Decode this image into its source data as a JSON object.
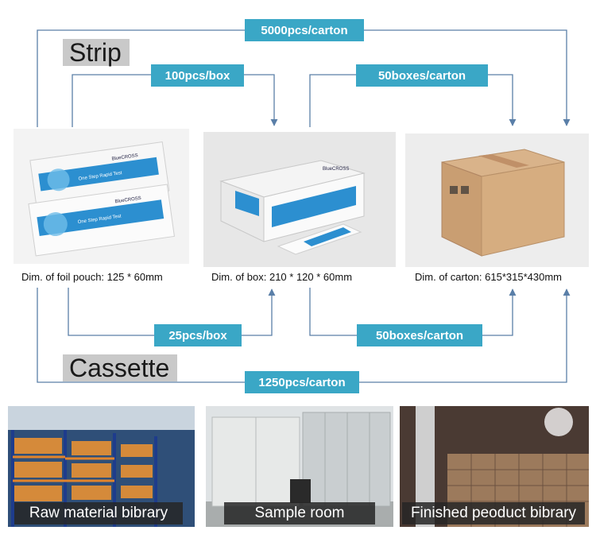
{
  "packaging": {
    "strip": {
      "label": "Strip",
      "per_box": "100pcs/box",
      "boxes_per_carton": "50boxes/carton",
      "per_carton": "5000pcs/carton"
    },
    "cassette": {
      "label": "Cassette",
      "per_box": "25pcs/box",
      "boxes_per_carton": "50boxes/carton",
      "per_carton": "1250pcs/carton"
    },
    "dimensions": {
      "pouch": "Dim. of foil pouch: 125 * 60mm",
      "box": "Dim. of box: 210 * 120 * 60mm",
      "carton": "Dim. of carton: 615*315*430mm"
    },
    "product_brand": "BlueCROSS",
    "product_name": "One Step Rapid Test"
  },
  "facilities": {
    "raw": "Raw material bibrary",
    "sample": "Sample room",
    "finished": "Finished peoduct bibrary"
  },
  "colors": {
    "accent": "#3aa7c6",
    "line": "#5a7fa8"
  }
}
